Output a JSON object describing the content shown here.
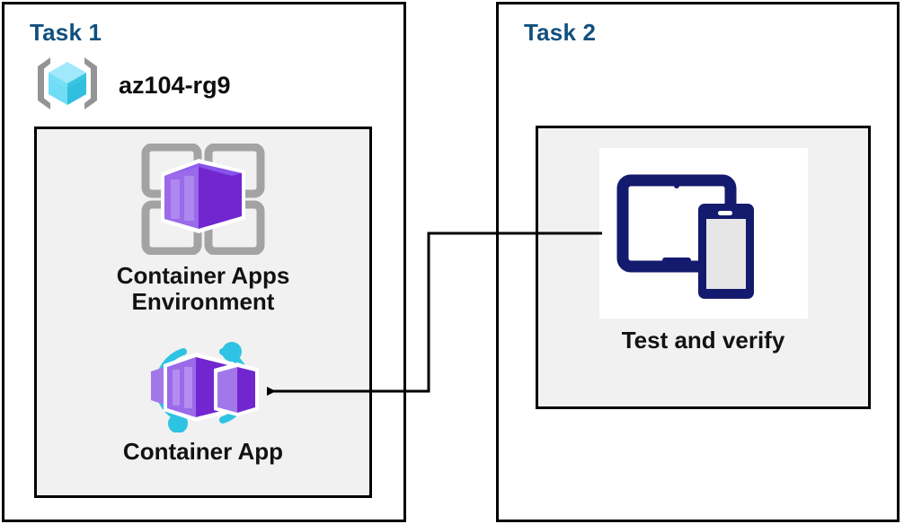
{
  "diagram": {
    "title_color": "#12507e",
    "panel_border_color": "#000000",
    "group_fill": "#f1f1f1",
    "connector_color": "#000000"
  },
  "task1": {
    "title": "Task 1",
    "resource_group": {
      "icon": "resource-group-icon",
      "label": "az104-rg9",
      "icon_colors": {
        "bracket": "#949494",
        "cube_light": "#9fe9fb",
        "cube_mid": "#50d5f5",
        "cube_dark": "#32bede"
      }
    },
    "nodes": [
      {
        "id": "container-apps-environment",
        "icon": "container-apps-environment-icon",
        "label": "Container Apps\nEnvironment",
        "icon_colors": {
          "frame": "#a3a3a3",
          "box_light": "#a277ea",
          "box_mid": "#8b5cf0",
          "box_dark": "#7226d0"
        }
      },
      {
        "id": "container-app",
        "icon": "container-app-icon",
        "label": "Container App",
        "icon_colors": {
          "ring": "#2fc3e3",
          "box_light": "#a277ea",
          "box_mid": "#8b5cf0",
          "box_dark": "#7226d0"
        }
      }
    ]
  },
  "task2": {
    "title": "Task 2",
    "nodes": [
      {
        "id": "test-and-verify",
        "icon": "test-and-verify-devices-icon",
        "label": "Test and verify",
        "icon_colors": {
          "device": "#141a6e",
          "plate": "#ffffff",
          "screen_fill": "#e6e6e6"
        }
      }
    ]
  },
  "connections": [
    {
      "id": "test-to-container-app",
      "from": "test-and-verify",
      "to": "container-app",
      "arrow": "left",
      "style": "orthogonal"
    }
  ]
}
